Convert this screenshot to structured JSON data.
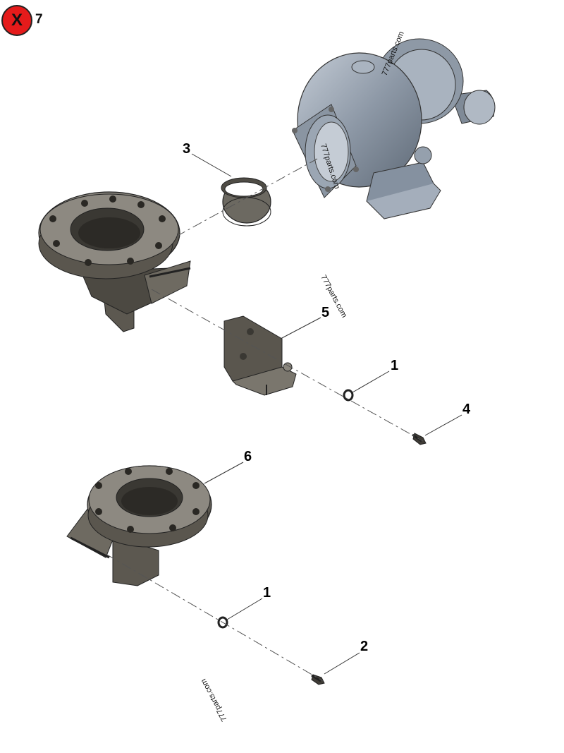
{
  "header": {
    "close_symbol": "X",
    "page_number": "7"
  },
  "callouts": {
    "c3": "3",
    "c5": "5",
    "c1_top": "1",
    "c4": "4",
    "c6": "6",
    "c1_bottom": "1",
    "c2": "2"
  },
  "watermark": "777parts.com"
}
